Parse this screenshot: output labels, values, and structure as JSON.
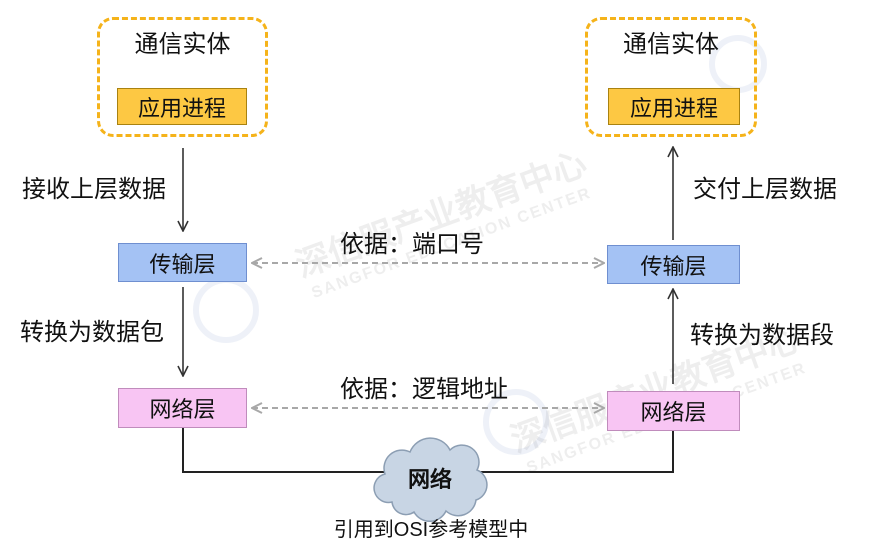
{
  "left_entity": {
    "title": "通信实体",
    "process": "应用进程"
  },
  "right_entity": {
    "title": "通信实体",
    "process": "应用进程"
  },
  "left_stack": {
    "transport": "传输层",
    "network": "网络层"
  },
  "right_stack": {
    "transport": "传输层",
    "network": "网络层"
  },
  "edges": {
    "left_receive": "接收上层数据",
    "left_packet": "转换为数据包",
    "right_deliver": "交付上层数据",
    "right_segment": "转换为数据段",
    "transport_peer": "依据：端口号",
    "network_peer": "依据：逻辑地址"
  },
  "cloud": "网络",
  "caption": "引用到OSI参考模型中",
  "watermark": {
    "cn": "深信服产业教育中心",
    "en": "SANGFOR EDUCATION CENTER"
  },
  "colors": {
    "entity_border": "#f5b31a",
    "process_fill": "#fdc843",
    "transport_fill": "#a4c2f4",
    "network_fill": "#f8c5f3",
    "peer_arrow": "#a8a8a8",
    "cloud_fill": "#c8d5e4"
  }
}
